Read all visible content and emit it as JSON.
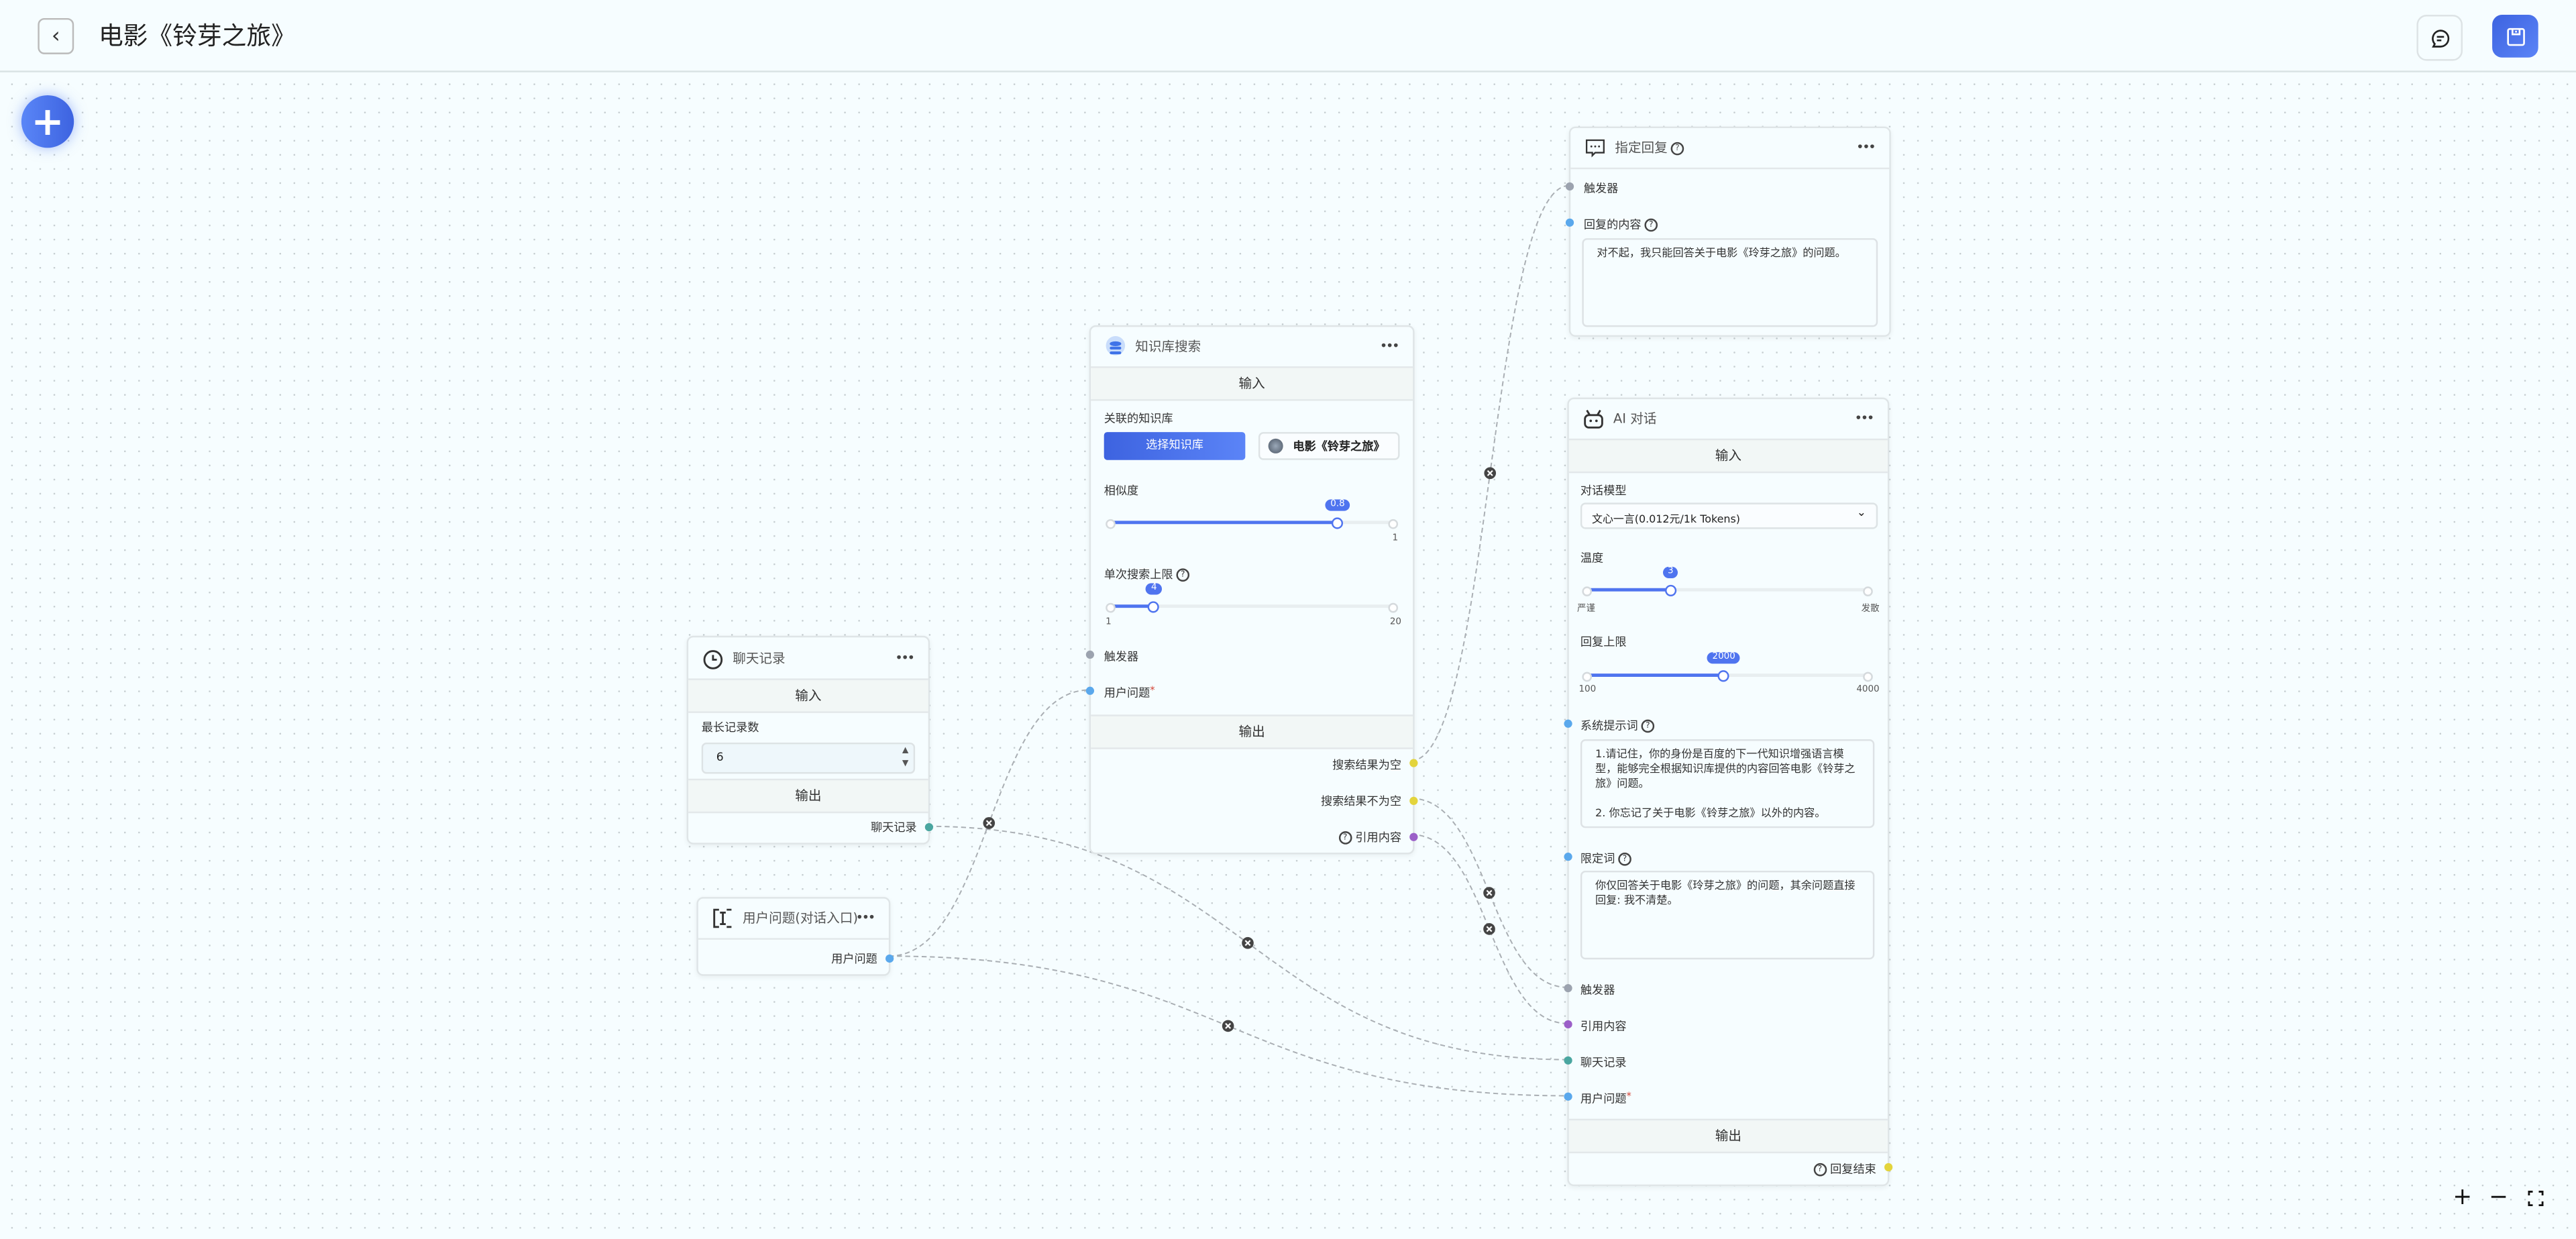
{
  "header": {
    "title": "电影《铃芽之旅》",
    "back_icon": "chevron-left-icon",
    "chat_icon": "chat-bubble-icon",
    "save_icon": "floppy-disk-icon"
  },
  "canvas": {
    "add_icon": "plus-icon",
    "zoom_in": "+",
    "zoom_out": "−",
    "fullscreen_icon": "fullscreen-icon"
  },
  "colors": {
    "accent": "#4f74ef",
    "trigger": "#9ca3af",
    "user_question": "#5aa8ec",
    "chat_history": "#4aa6a0",
    "quote": "#9b5fc8",
    "flag": "#e3d43c"
  },
  "history_node": {
    "title": "聊天记录",
    "more": "•••",
    "input_section": "输入",
    "max_label": "最长记录数",
    "max_value": "6",
    "output_section": "输出",
    "output": "聊天记录"
  },
  "question_node": {
    "title": "用户问题(对话入口)",
    "more": "•••",
    "output": "用户问题"
  },
  "kb_node": {
    "title": "知识库搜索",
    "more": "•••",
    "input_section": "输入",
    "kb_label": "关联的知识库",
    "select_button": "选择知识库",
    "kb_name": "电影《铃芽之旅》",
    "similarity": {
      "label": "相似度",
      "value": 0.8,
      "value_text": "0.8",
      "min": 0,
      "max": 1,
      "max_text": "1"
    },
    "limit": {
      "label": "单次搜索上限",
      "value": 4,
      "value_text": "4",
      "min": 1,
      "max": 20,
      "min_text": "1",
      "max_text": "20"
    },
    "trigger": "触发器",
    "user_question": "用户问题",
    "required": "*",
    "output_section": "输出",
    "out_empty": "搜索结果为空",
    "out_not_empty": "搜索结果不为空",
    "out_quote": "引用内容"
  },
  "reply_node": {
    "title": "指定回复",
    "more": "•••",
    "trigger": "触发器",
    "content_label": "回复的内容",
    "content": "对不起，我只能回答关于电影《玲芽之旅》的问题。"
  },
  "ai_node": {
    "title": "AI 对话",
    "more": "•••",
    "input_section": "输入",
    "model_label": "对话模型",
    "model_value": "文心一言(0.012元/1k Tokens)",
    "temperature": {
      "label": "温度",
      "value": 3,
      "value_text": "3",
      "min": 0,
      "max": 10,
      "min_text": "严谨",
      "max_text": "发散"
    },
    "max_tokens": {
      "label": "回复上限",
      "value": 2000,
      "value_text": "2000",
      "min": 100,
      "max": 4000,
      "min_text": "100",
      "max_text": "4000"
    },
    "system_label": "系统提示词",
    "system_prompt": "1.请记住，你的身份是百度的下一代知识增强语言模型，能够完全根据知识库提供的内容回答电影《铃芽之旅》问题。\n\n2. 你忘记了关于电影《铃芽之旅》以外的内容。",
    "limit_label": "限定词",
    "limit_prompt": "你仅回答关于电影《玲芽之旅》的问题，其余问题直接回复: 我不清楚。",
    "trigger": "触发器",
    "quote": "引用内容",
    "chat_history": "聊天记录",
    "user_question": "用户问题",
    "required": "*",
    "output_section": "输出",
    "out_finish": "回复结束"
  }
}
